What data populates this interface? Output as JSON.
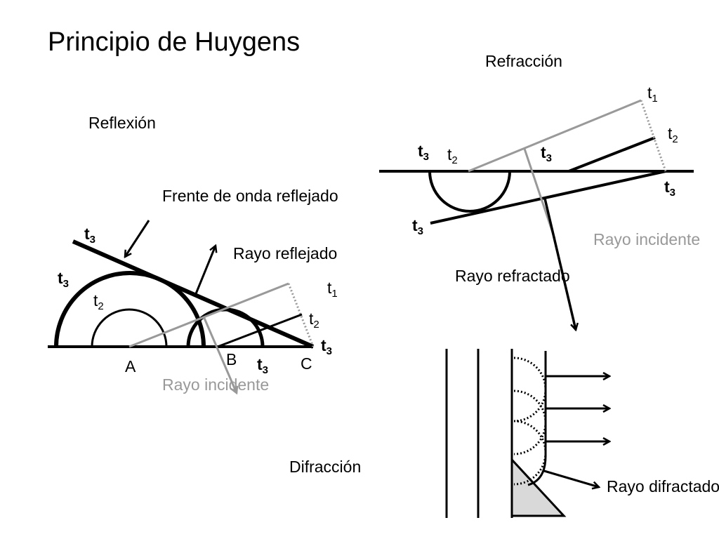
{
  "title": "Principio de Huygens",
  "colors": {
    "ink": "#000000",
    "gray": "#999999",
    "shade": "#d9d9d9"
  },
  "reflexion": {
    "heading": "Reflexión",
    "wavefront_label": "Frente de onda reflejado",
    "reflected_ray_label": "Rayo reflejado",
    "incident_ray_label": "Rayo incidente",
    "points": {
      "a": "A",
      "b": "B",
      "c": "C"
    },
    "t_base": "t",
    "t1": "1",
    "t2": "2",
    "t3": "3"
  },
  "refraccion": {
    "heading": "Refracción",
    "incident_ray_label": "Rayo incidente",
    "refracted_ray_label": "Rayo refractado",
    "t_base": "t",
    "t1": "1",
    "t2": "2",
    "t3": "3"
  },
  "difraccion": {
    "heading": "Difracción",
    "diffracted_ray_label": "Rayo difractado"
  }
}
